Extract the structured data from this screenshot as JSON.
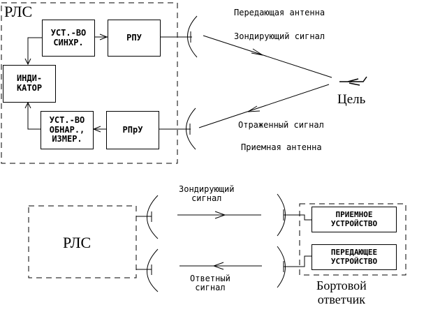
{
  "top_diagram": {
    "radar_label": "РЛС",
    "blocks": {
      "sync": "УСТ.-ВО\nСИНХР.",
      "transmitter": "РПУ",
      "indicator": "ИНДИ-\nКАТОР",
      "detector": "УСТ.-ВО\nОБНАР.,\nИЗМЕР.",
      "receiver": "РПрУ"
    },
    "labels": {
      "tx_antenna": "Передающая антенна",
      "probe_signal": "Зондирующий сигнал",
      "target": "Цель",
      "reflected_signal": "Отраженный сигнал",
      "rx_antenna": "Приемная антенна"
    }
  },
  "bottom_diagram": {
    "radar_label": "РЛС",
    "probe_signal": "Зондирующий\nсигнал",
    "reply_signal": "Ответный\nсигнал",
    "blocks": {
      "receiver": "ПРИЕМНОЕ\nУСТРОЙСТВО",
      "transmitter": "ПЕРЕДАЮЩЕЕ\nУСТРОЙСТВО"
    },
    "transponder_label": "Бортовой\nответчик"
  }
}
